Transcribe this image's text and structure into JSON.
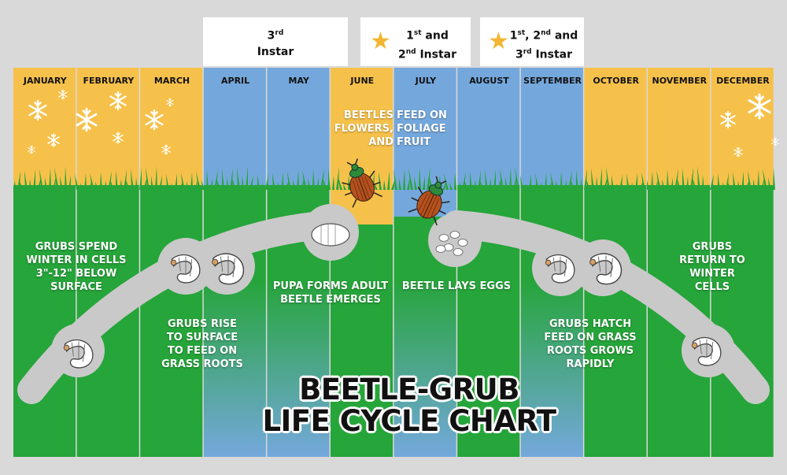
{
  "months": [
    {
      "name": "JANUARY",
      "season": "winter"
    },
    {
      "name": "FEBRUARY",
      "season": "winter"
    },
    {
      "name": "MARCH",
      "season": "winter"
    },
    {
      "name": "APRIL",
      "season": "grow"
    },
    {
      "name": "MAY",
      "season": "grow"
    },
    {
      "name": "JUNE",
      "season": "winter"
    },
    {
      "name": "JULY",
      "season": "grow"
    },
    {
      "name": "AUGUST",
      "season": "grow"
    },
    {
      "name": "SEPTEMBER",
      "season": "grow"
    },
    {
      "name": "OCTOBER",
      "season": "winter"
    },
    {
      "name": "NOVEMBER",
      "season": "winter"
    },
    {
      "name": "DECEMBER",
      "season": "winter"
    }
  ],
  "colors": {
    "yellow": "#f6c14a",
    "blue": "#74a8dc",
    "grass": "#26a53a",
    "path": "#c9c9c9",
    "star": "#f2b632"
  },
  "instars": [
    {
      "pre": "3",
      "sup": "rd",
      "post": "Instar",
      "line1": "",
      "line2": ""
    },
    {
      "l1a": "1",
      "l1s": "st",
      "l1b": " and",
      "l2a": "2",
      "l2s": "nd",
      "l2b": " Instar"
    },
    {
      "l1a": "1",
      "l1s": "st",
      "l1b": ", 2",
      "l1s2": "nd",
      "l1c": " and",
      "l2a": "3",
      "l2s": "rd",
      "l2b": " Instar"
    }
  ],
  "labels": {
    "beetles_feed_left": "BEETLES\nFLOWERS,\nAND",
    "beetles_feed_right": "FEED ON\nFOLIAGE\nFRUIT",
    "winter_cells": "GRUBS SPEND\nWINTER IN CELLS\n3\"-12\" BELOW\nSURFACE",
    "grubs_rise": "GRUBS RISE\nTO SURFACE\nTO FEED ON\nGRASS ROOTS",
    "pupa": "PUPA FORMS ADULT\nBEETLE EMERGES",
    "lays_eggs": "BEETLE LAYS EGGS",
    "grubs_hatch": "GRUBS HATCH\nFEED ON GRASS\nROOTS GROWS\nRAPIDLY",
    "grubs_return": "GRUBS\nRETURN TO\nWINTER\nCELLS"
  },
  "title": {
    "line1": "BEETLE-GRUB",
    "line2": "LIFE CYCLE CHART"
  },
  "icons": [
    "snowflake-icon",
    "beetle-icon",
    "grub-icon",
    "pupa-icon",
    "eggs-icon",
    "star-icon",
    "grass-icon"
  ]
}
